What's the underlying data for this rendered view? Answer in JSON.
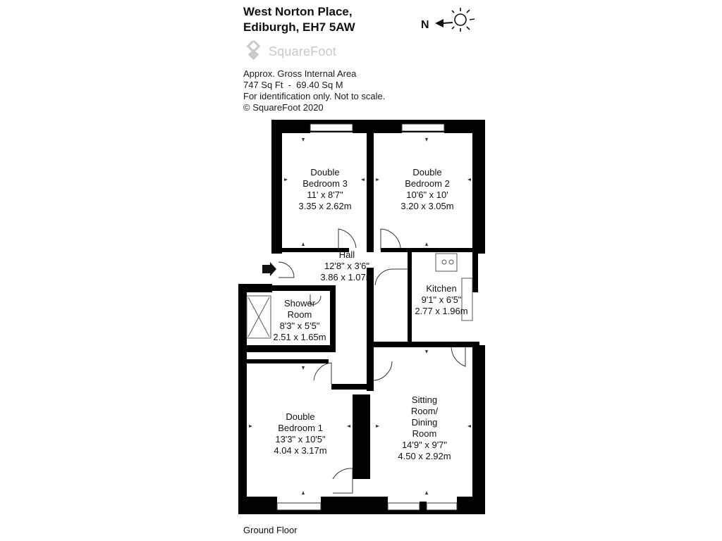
{
  "address": {
    "line1": "West Norton Place,",
    "line2": "Ediburgh, EH7 5AW"
  },
  "logo": {
    "text": "SquareFoot",
    "color": "#c9c9c9"
  },
  "info": {
    "area_label": "Approx. Gross Internal Area",
    "area_value": "747 Sq Ft  -  69.40 Sq M",
    "disclaimer": "For identification only. Not to scale.",
    "copyright": "© SquareFoot 2020"
  },
  "compass": {
    "north_letter": "N",
    "icon": "sun-compass-icon"
  },
  "rooms": {
    "bedroom3": {
      "name1": "Double",
      "name2": "Bedroom 3",
      "imperial": "11' x 8'7\"",
      "metric": "3.35 x 2.62m"
    },
    "bedroom2": {
      "name1": "Double",
      "name2": "Bedroom 2",
      "imperial": "10'6\" x 10'",
      "metric": "3.20 x 3.05m"
    },
    "hall": {
      "name": "Hall",
      "imperial": "12'8\" x 3'6\"",
      "metric": "3.86 x 1.07m"
    },
    "kitchen": {
      "name": "Kitchen",
      "imperial": "9'1\" x 6'5\"",
      "metric": "2.77 x 1.96m"
    },
    "shower": {
      "name1": "Shower",
      "name2": "Room",
      "imperial": "8'3\" x 5'5\"",
      "metric": "2.51 x 1.65m"
    },
    "bedroom1": {
      "name1": "Double",
      "name2": "Bedroom 1",
      "imperial": "13'3\" x 10'5\"",
      "metric": "4.04 x 3.17m"
    },
    "sitting": {
      "name1": "Sitting",
      "name2": "Room/",
      "name3": "Dining",
      "name4": "Room",
      "imperial": "14'9\" x 9'7\"",
      "metric": "4.50 x 2.92m"
    }
  },
  "floor": {
    "label": "Ground Floor"
  },
  "colors": {
    "wall": "#000000",
    "line": "#333333"
  }
}
